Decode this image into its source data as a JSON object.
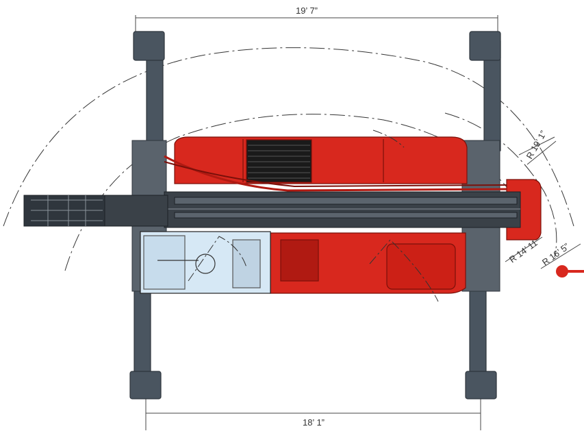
{
  "dimensions": {
    "width_top": "19’ 7”",
    "width_bottom": "18’ 1”",
    "radius_outer": "R 19’ 1”",
    "radius_inner": "R 14’ 11”",
    "radius_mid": "R 16’ 5”"
  },
  "colors": {
    "body_red": "#d8281e",
    "body_red_dark": "#b01a12",
    "outrigger_gray": "#4a5560",
    "outrigger_dark": "#2f363d",
    "boom_dark": "#3a4148",
    "cab_glass": "#d6e8f5",
    "line": "#222222",
    "marker_red": "#d8281e"
  },
  "icons": {
    "pivot_marker": "red-pivot-marker-icon"
  }
}
